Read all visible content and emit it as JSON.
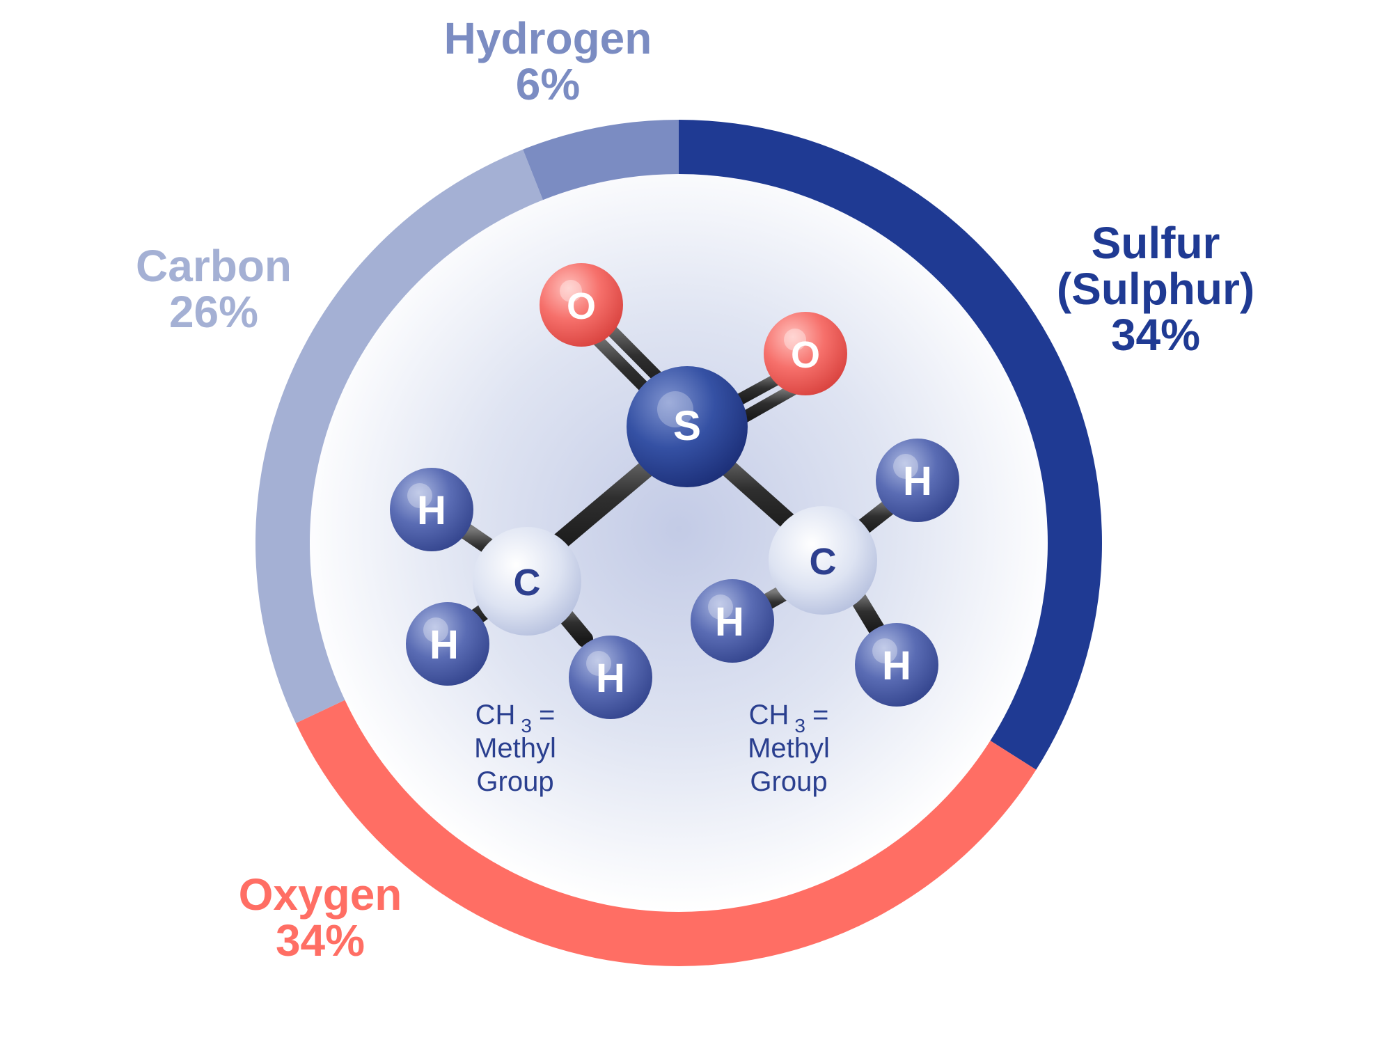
{
  "chart_data": {
    "type": "pie",
    "style": "donut",
    "start": "top",
    "direction": "clockwise",
    "segments": [
      {
        "name": "Sulfur (Sulphur)",
        "label_lines": [
          "Sulfur",
          "(Sulphur)"
        ],
        "pct_label": "34%",
        "value": 34,
        "color": "#1f3a93"
      },
      {
        "name": "Oxygen",
        "label_lines": [
          "Oxygen"
        ],
        "pct_label": "34%",
        "value": 34,
        "color": "#ff6e64"
      },
      {
        "name": "Carbon",
        "label_lines": [
          "Carbon"
        ],
        "pct_label": "26%",
        "value": 26,
        "color": "#a4b0d4"
      },
      {
        "name": "Hydrogen",
        "label_lines": [
          "Hydrogen"
        ],
        "pct_label": "6%",
        "value": 6,
        "color": "#7b8cc2"
      }
    ]
  },
  "molecule": {
    "atoms": {
      "sulfur": "S",
      "oxygen": "O",
      "carbon": "C",
      "hydrogen": "H"
    },
    "captions": [
      {
        "formula_main": "CH",
        "formula_sub": "3",
        "equals": "=",
        "line2": "Methyl",
        "line3": "Group"
      },
      {
        "formula_main": "CH",
        "formula_sub": "3",
        "equals": "=",
        "line2": "Methyl",
        "line3": "Group"
      }
    ],
    "colors": {
      "sulfur": "#2d4a9a",
      "oxygen": "#f25b5b",
      "carbon": "#d5dcee",
      "hydrogen": "#4c5ea8",
      "bond": "#3a3a3a",
      "caption": "#2a3f8f",
      "carbon_text": "#2d3f8e"
    }
  }
}
